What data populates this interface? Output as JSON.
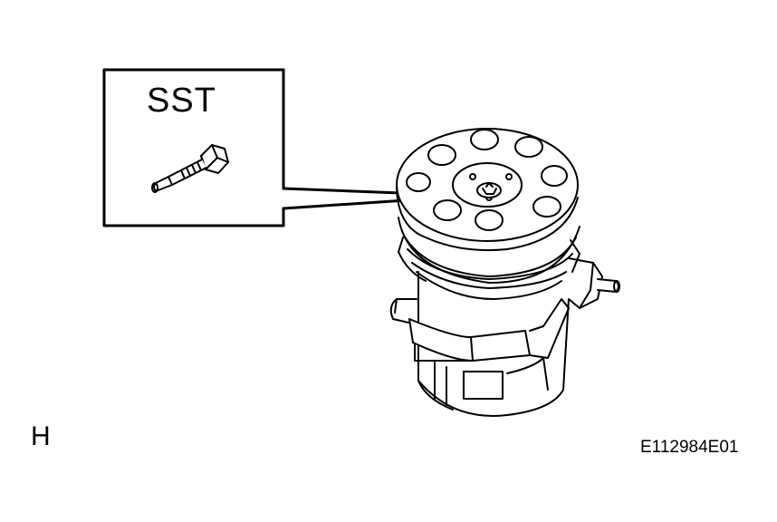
{
  "callout": {
    "label": "SST",
    "tool_icon": "bolt-icon"
  },
  "part_icon": "ac-compressor-icon",
  "section_letter": "H",
  "figure_id": "E112984E01",
  "colors": {
    "line": "#000000",
    "background": "#ffffff"
  }
}
